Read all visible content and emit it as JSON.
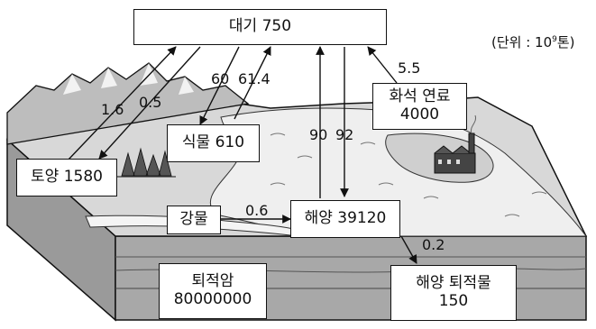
{
  "unit": {
    "prefix": "(단위 : 10",
    "exponent": "9",
    "suffix": "톤)"
  },
  "reservoirs": {
    "atmosphere": {
      "name": "대기",
      "value": "750"
    },
    "soil": {
      "name": "토양",
      "value": "1580"
    },
    "plants": {
      "name": "식물",
      "value": "610"
    },
    "fossil_fuel": {
      "name": "화석 연료",
      "value": "4000"
    },
    "river": {
      "name": "강물"
    },
    "ocean": {
      "name": "해양",
      "value": "39120"
    },
    "sedimentary_rock": {
      "name": "퇴적암",
      "value": "80000000"
    },
    "ocean_sediment": {
      "name": "해양 퇴적물",
      "value": "150"
    }
  },
  "fluxes": {
    "soil_to_atmosphere": "1.6",
    "atmosphere_to_soil": "0.5",
    "atmosphere_to_plants": "60",
    "plants_to_atmosphere": "61.4",
    "fossil_to_atmosphere": "5.5",
    "ocean_to_atmosphere": "90",
    "atmosphere_to_ocean": "92",
    "river_to_ocean": "0.6",
    "ocean_to_sediment": "0.2"
  }
}
